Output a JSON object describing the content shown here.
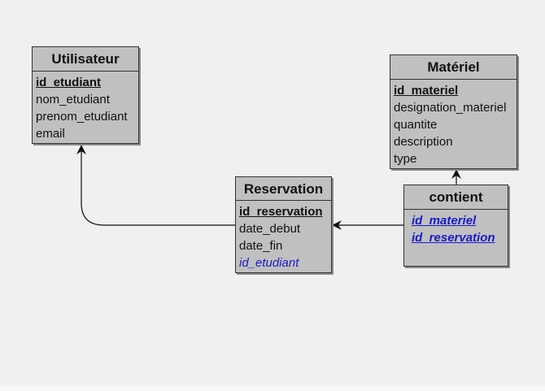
{
  "colors": {
    "background": "#f0f0f0",
    "entity_fill": "#c0c0c0",
    "border": "#333333",
    "foreign_key": "#1a1ac8"
  },
  "entities": {
    "utilisateur": {
      "title": "Utilisateur",
      "attributes": [
        "id_etudiant",
        "nom_etudiant",
        "prenom_etudiant",
        "email"
      ]
    },
    "materiel": {
      "title": "Matériel",
      "attributes": [
        "id_materiel",
        "designation_materiel",
        "quantite",
        "description",
        "type"
      ]
    },
    "reservation": {
      "title": "Reservation",
      "attributes": [
        "id_reservation",
        "date_debut",
        "date_fin",
        "id_etudiant"
      ]
    },
    "contient": {
      "title": "contient",
      "attributes": [
        "id_materiel",
        "id_reservation"
      ]
    }
  },
  "relationships": [
    {
      "from": "Reservation",
      "to": "Utilisateur",
      "key": "id_etudiant"
    },
    {
      "from": "contient",
      "to": "Reservation",
      "key": "id_reservation"
    },
    {
      "from": "contient",
      "to": "Matériel",
      "key": "id_materiel"
    }
  ]
}
